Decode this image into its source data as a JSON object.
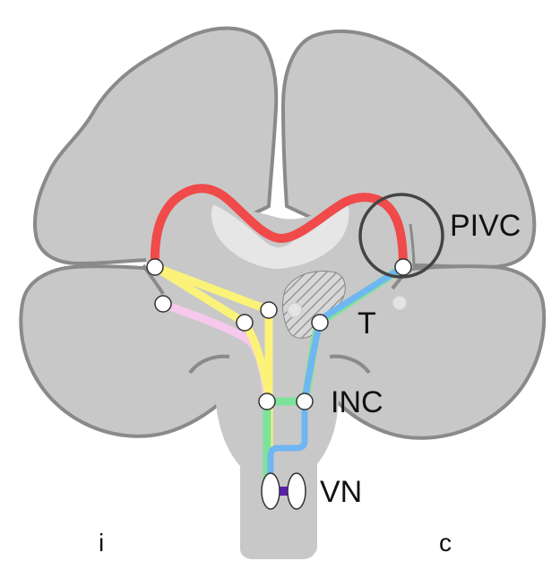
{
  "labels": {
    "pivc": "PIVC",
    "t": "T",
    "inc": "INC",
    "vn": "VN",
    "ipsilateral": "i",
    "contralateral": "c"
  },
  "colors": {
    "brain_fill": "#c8c8c8",
    "brain_outline": "#8a8a8a",
    "ventricle": "#e6e6e6",
    "pathway_red": "#f04a4a",
    "pathway_yellow": "#fbf27a",
    "pathway_pink": "#f6c8ec",
    "pathway_green": "#7de39a",
    "pathway_blue": "#6fb6f2",
    "pathway_purple": "#5a1fb0",
    "node_fill": "#ffffff",
    "node_stroke": "#333333",
    "gray_node": "#e4e4e4",
    "circle_stroke": "#444444",
    "thalamus_hatch": "#888888"
  }
}
